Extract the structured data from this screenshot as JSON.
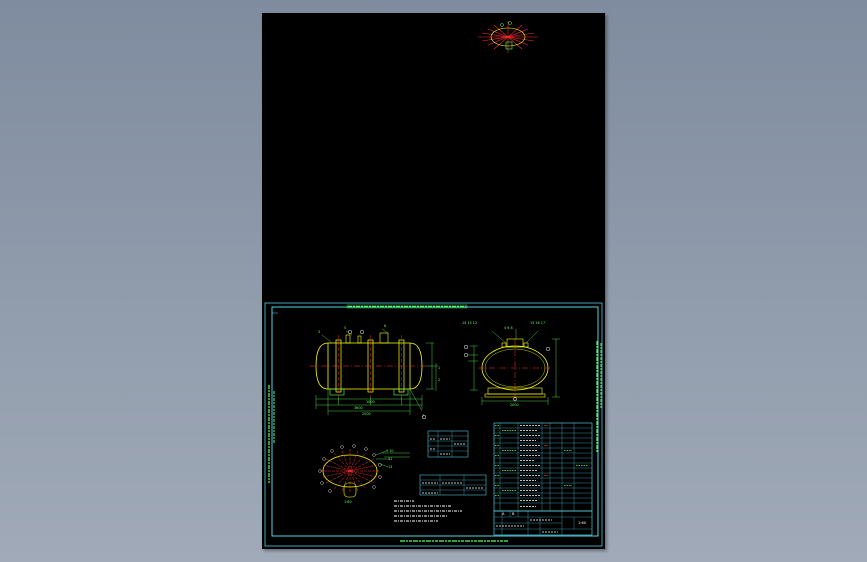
{
  "viewport": {
    "background_top": "#7f8c9f",
    "background_bottom": "#a0aab8"
  },
  "drawing": {
    "sheet_background": "#000000",
    "line_colors": {
      "frame": "#59e9ff",
      "outline": "#ffff00",
      "dimension": "#5cff5c",
      "center_line": "#ff3030",
      "text": "#5cff5c",
      "title_text": "#ffffff"
    },
    "end_view_labels": {
      "left": "14  15  12",
      "top": "4 6  8",
      "right": "15  16  17"
    },
    "drawing_label": "1:60",
    "stamp_a": "A",
    "stamp_b": "B"
  }
}
